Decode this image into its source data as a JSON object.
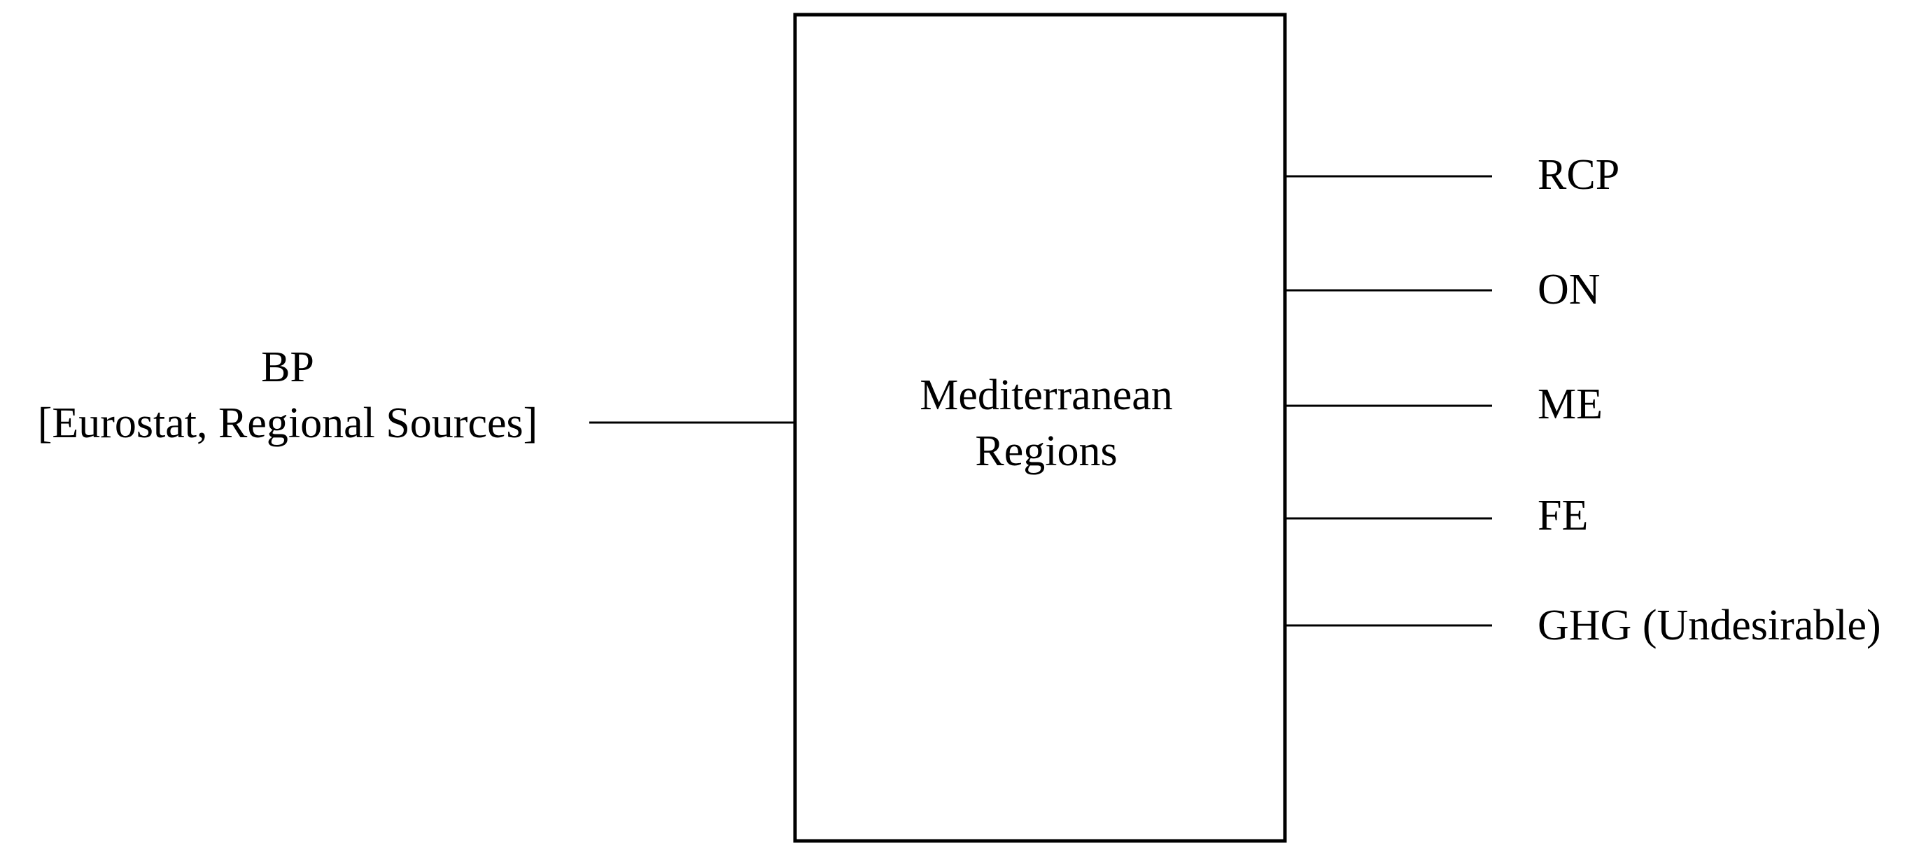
{
  "diagram": {
    "input": {
      "name": "BP",
      "source": "[Eurostat, Regional Sources]"
    },
    "process": {
      "line1": "Mediterranean",
      "line2": "Regions"
    },
    "outputs": [
      {
        "label": "RCP"
      },
      {
        "label": "ON"
      },
      {
        "label": "ME"
      },
      {
        "label": "FE"
      },
      {
        "label": "GHG (Undesirable)"
      }
    ]
  }
}
